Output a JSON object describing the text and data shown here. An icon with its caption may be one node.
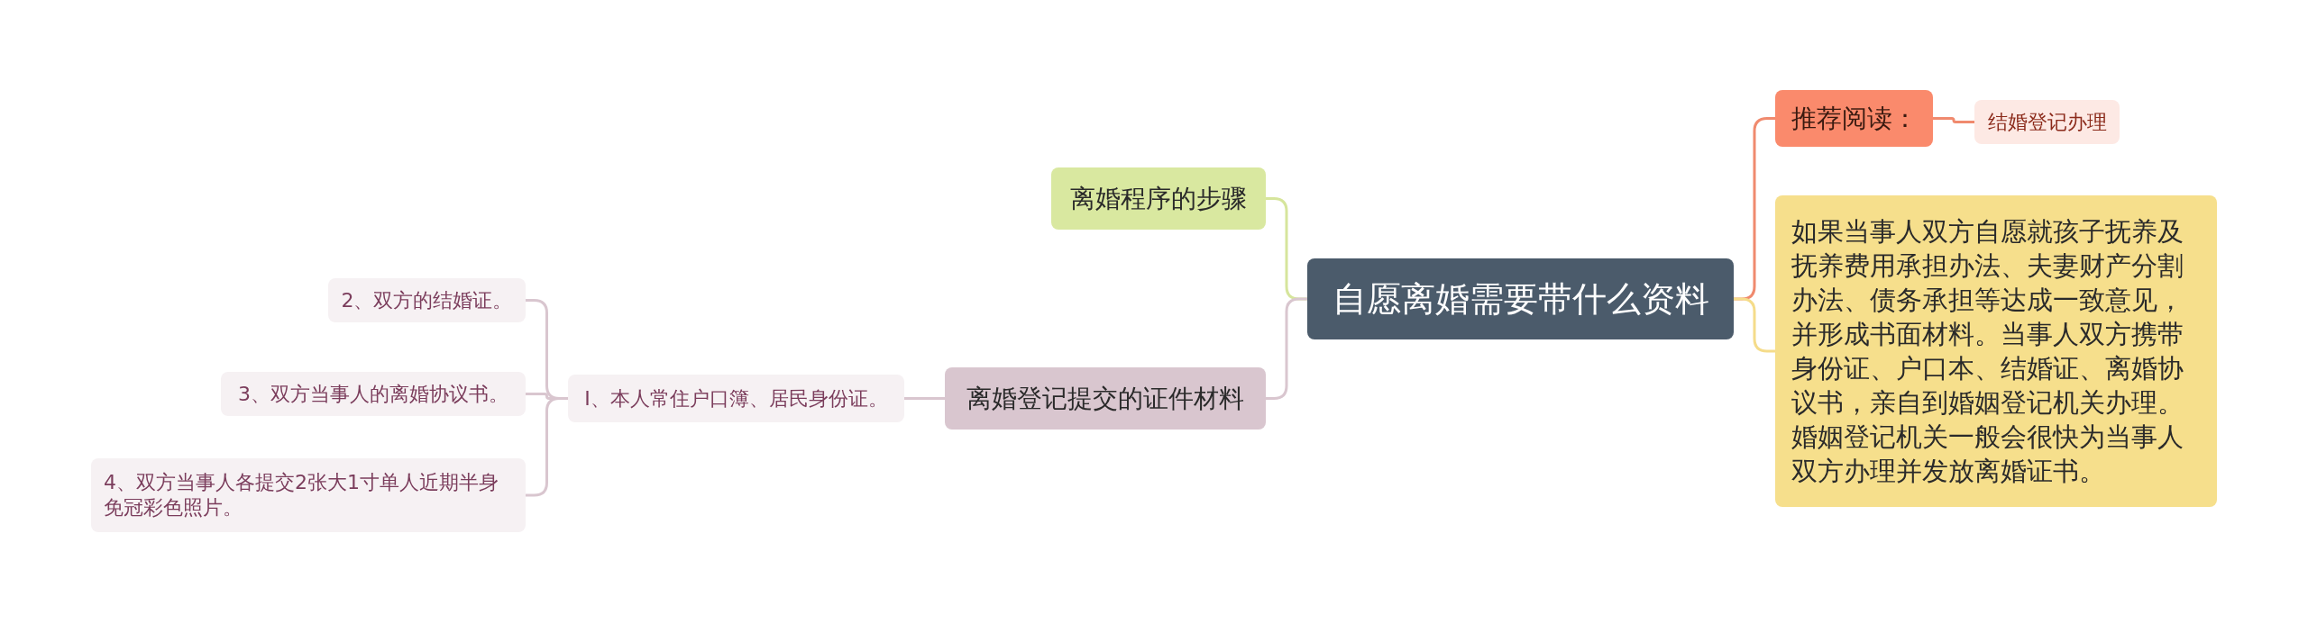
{
  "diagram": {
    "nodes": [
      {
        "text": [
          "自愿离婚需要带什么资料"
        ]
      },
      {
        "text": [
          "推荐阅读："
        ]
      },
      {
        "text": [
          "结婚登记办理"
        ]
      },
      {
        "text": [
          "如果当事人双方自愿就孩子抚养及抚养费用承担办法、夫妻财产分割办法、债务承担等达成一致意见，并形成书面材料。当事人双方携带身份证、户口本、结婚证、离婚协议书，亲自到婚姻登记机关办理。婚姻登记机关一般会很快为当事人双方办理并发放离婚证书。"
        ]
      },
      {
        "text": [
          "离婚程序的步骤"
        ]
      },
      {
        "text": [
          "离婚登记提交的证件材料"
        ]
      },
      {
        "text": [
          "I、本人常住户口簿、居民身份证。"
        ]
      },
      {
        "text": [
          "2、双方的结婚证。"
        ]
      },
      {
        "text": [
          "3、双方当事人的离婚协议书。"
        ]
      },
      {
        "text": [
          "4、双方当事人各提交2张大1寸单人近期半身免冠彩色照片。"
        ]
      }
    ],
    "edges": [
      {
        "from": 0,
        "to": 1,
        "arrow": "none",
        "color": "#f08a6e"
      },
      {
        "from": 1,
        "to": 2,
        "arrow": "none",
        "color": "#f08a6e"
      },
      {
        "from": 0,
        "to": 3,
        "arrow": "none",
        "color": "#f5dc8a"
      },
      {
        "from": 0,
        "to": 4,
        "arrow": "none",
        "color": "#d6e59c"
      },
      {
        "from": 0,
        "to": 5,
        "arrow": "none"
      },
      {
        "from": 5,
        "to": 6,
        "arrow": "none"
      },
      {
        "from": 6,
        "to": 7,
        "arrow": "none"
      },
      {
        "from": 6,
        "to": 8,
        "arrow": "none"
      },
      {
        "from": 6,
        "to": 9,
        "arrow": "none"
      }
    ]
  }
}
